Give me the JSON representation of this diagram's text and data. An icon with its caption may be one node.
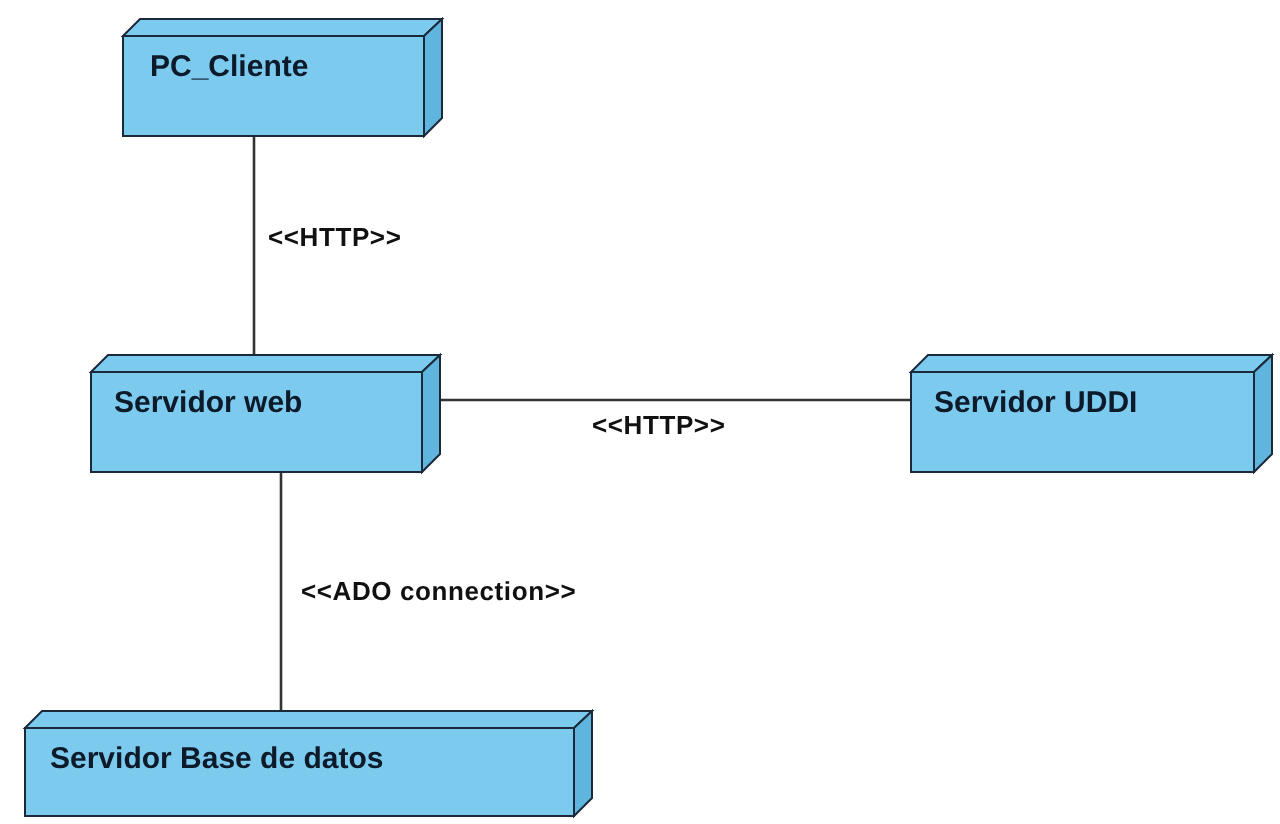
{
  "diagram": {
    "nodes": [
      {
        "text": [
          "PC_Cliente"
        ]
      },
      {
        "text": [
          "Servidor web"
        ]
      },
      {
        "text": [
          "Servidor UDDI"
        ]
      },
      {
        "text": [
          "Servidor Base de datos"
        ]
      }
    ],
    "edges": [
      {
        "from": 0,
        "to": 1,
        "arrow": "none",
        "label": "<<HTTP>>"
      },
      {
        "from": 1,
        "to": 2,
        "arrow": "none",
        "label": "<<HTTP>>"
      },
      {
        "from": 1,
        "to": 3,
        "arrow": "none",
        "label": "<<ADO connection>>"
      }
    ]
  }
}
